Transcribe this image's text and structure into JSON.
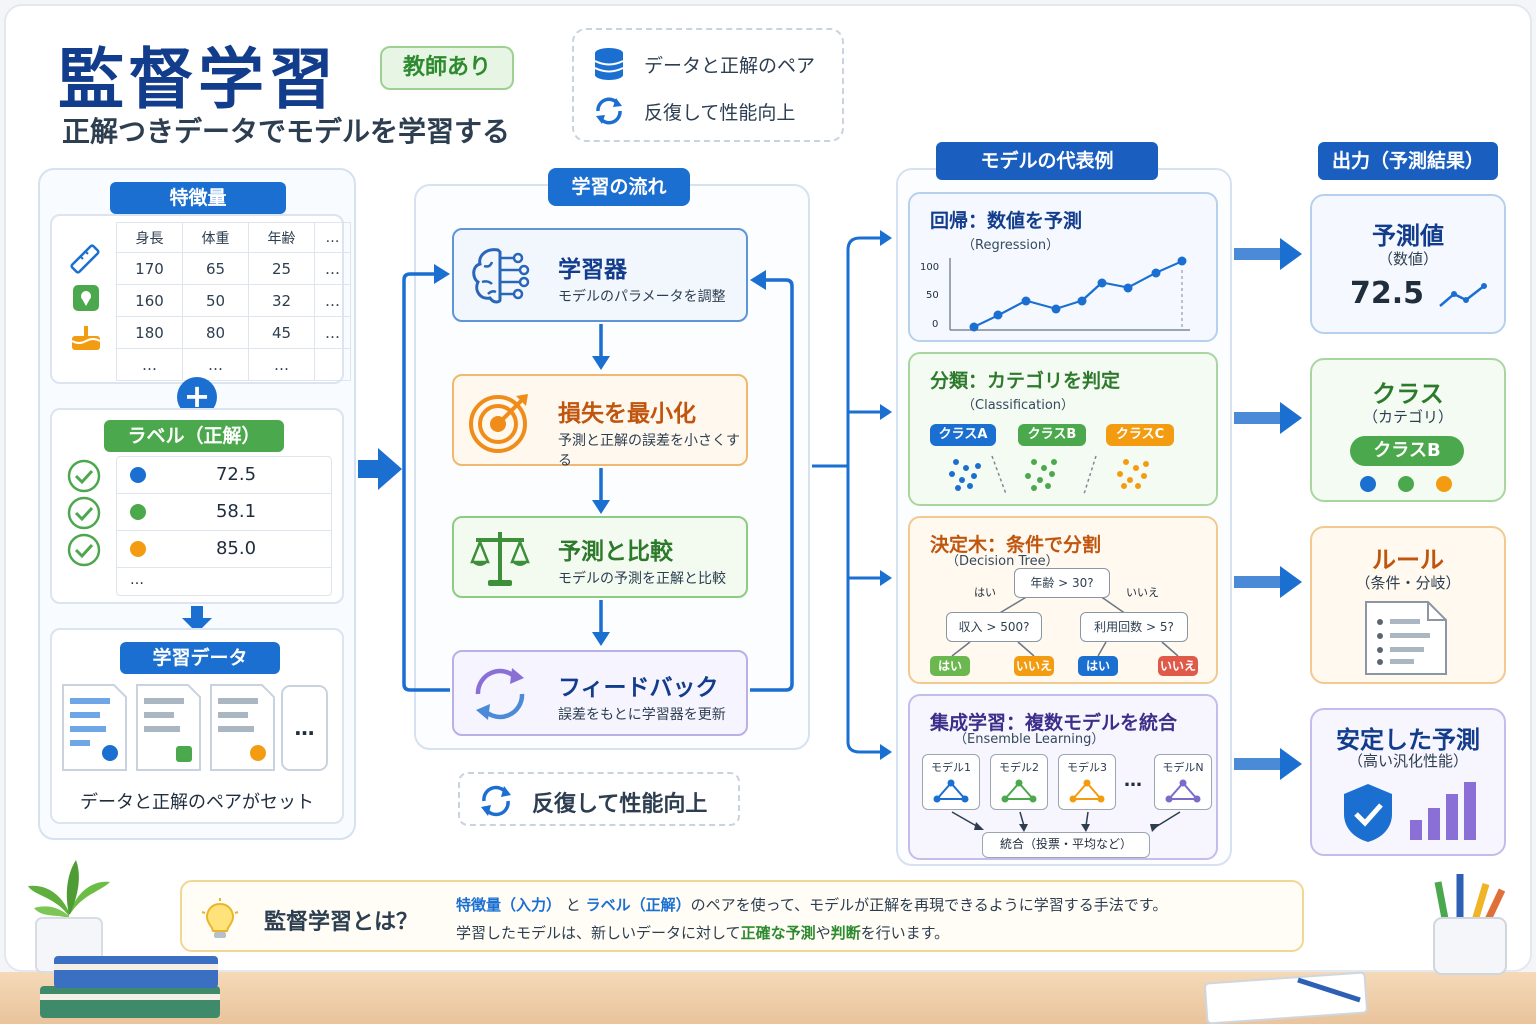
{
  "title": "監督学習",
  "badge": "教師あり",
  "subtitle": "正解つきデータでモデルを学習する",
  "legend": {
    "pair": "データと正解のペア",
    "repeat": "反復して性能向上"
  },
  "features": {
    "header": "特徴量",
    "columns": [
      "身長",
      "体重",
      "年齢",
      "…"
    ],
    "rows": [
      [
        "170",
        "65",
        "25",
        "…"
      ],
      [
        "160",
        "50",
        "32",
        "…"
      ],
      [
        "180",
        "80",
        "45",
        "…"
      ],
      [
        "…",
        "…",
        "…",
        ""
      ]
    ],
    "plus": "+"
  },
  "labels": {
    "header": "ラベル（正解）",
    "values": [
      "72.5",
      "58.1",
      "85.0"
    ],
    "more": "…"
  },
  "training_data": {
    "header": "学習データ",
    "more": "…",
    "caption": "データと正解のペアがセット"
  },
  "flow": {
    "header": "学習の流れ",
    "steps": [
      {
        "title": "学習器",
        "desc": "モデルのパラメータを調整"
      },
      {
        "title": "損失を最小化",
        "desc": "予測と正解の誤差を小さくする"
      },
      {
        "title": "予測と比較",
        "desc": "モデルの予測を正解と比較"
      },
      {
        "title": "フィードバック",
        "desc": "誤差をもとに学習器を更新"
      }
    ],
    "repeat": "反復して性能向上"
  },
  "models": {
    "header": "モデルの代表例",
    "regression": {
      "title": "回帰：数値を予測",
      "sub": "（Regression）",
      "ticks": [
        "100",
        "50",
        "0"
      ]
    },
    "classification": {
      "title": "分類：カテゴリを判定",
      "sub": "（Classification）",
      "classes": [
        "クラスA",
        "クラスB",
        "クラスC"
      ]
    },
    "tree": {
      "title": "決定木：条件で分割",
      "sub": "（Decision Tree）",
      "root": "年齢 > 30?",
      "left_edge": "はい",
      "right_edge": "いいえ",
      "left": "収入 > 500?",
      "right": "利用回数 > 5?",
      "leaves": [
        "はい",
        "いいえ",
        "はい",
        "いいえ"
      ]
    },
    "ensemble": {
      "title": "集成学習：複数モデルを統合",
      "sub": "（Ensemble Learning）",
      "models": [
        "モデル1",
        "モデル2",
        "モデル3",
        "モデルN"
      ],
      "dots": "…",
      "combine": "統合（投票・平均など）"
    }
  },
  "outputs": {
    "header": "出力（予測結果）",
    "value": {
      "title": "予測値",
      "sub": "（数値）",
      "number": "72.5"
    },
    "class": {
      "title": "クラス",
      "sub": "（カテゴリ）",
      "chip": "クラスB"
    },
    "rule": {
      "title": "ルール",
      "sub": "（条件・分岐）"
    },
    "stable": {
      "title": "安定した予測",
      "sub": "（高い汎化性能）"
    }
  },
  "summary": {
    "heading": "監督学習とは？",
    "line1_a": "特徴量（入力）",
    "line1_b": "と",
    "line1_c": "ラベル（正解）",
    "line1_d": "のペアを使って、モデルが正解を再現できるように学習する手法です。",
    "line2_a": "学習したモデルは、新しいデータに対して",
    "line2_b": "正確な予測",
    "line2_c": "や",
    "line2_d": "判断",
    "line2_e": "を行います。"
  },
  "colors": {
    "primary": "#1a6fd1",
    "navy": "#123c8c",
    "green": "#4ca84c",
    "orange": "#f39c12",
    "purple": "#7b6cc9",
    "red": "#e05a4a"
  }
}
